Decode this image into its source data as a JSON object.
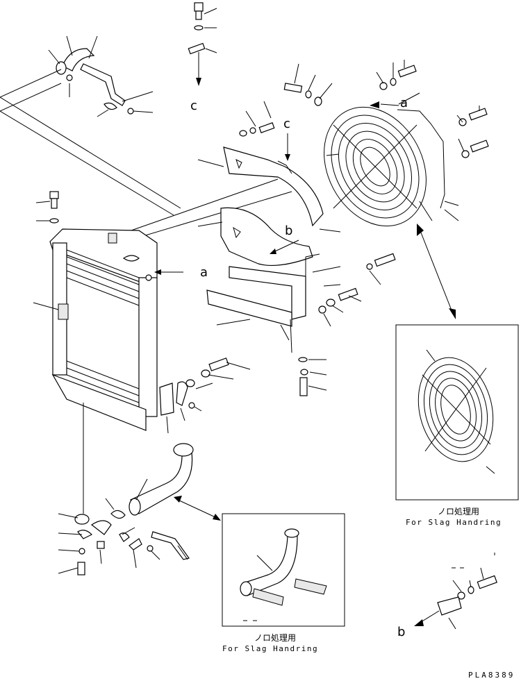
{
  "refs": {
    "a_top": "a",
    "a_mid": "a",
    "b_mid": "b",
    "b_bottom": "b",
    "c_top": "c",
    "c_mid": "c"
  },
  "insets": {
    "fan_guard": {
      "jp": "ノロ処理用",
      "en": "For Slag Handring"
    },
    "hose": {
      "jp": "ノロ処理用",
      "en": "For Slag Handring"
    }
  },
  "drawing_code": "PLA8389",
  "icons": [
    "bolt-icon",
    "washer-icon",
    "hose-icon",
    "fan-guard-icon",
    "radiator-icon",
    "shroud-icon",
    "clamp-icon",
    "bracket-icon"
  ]
}
